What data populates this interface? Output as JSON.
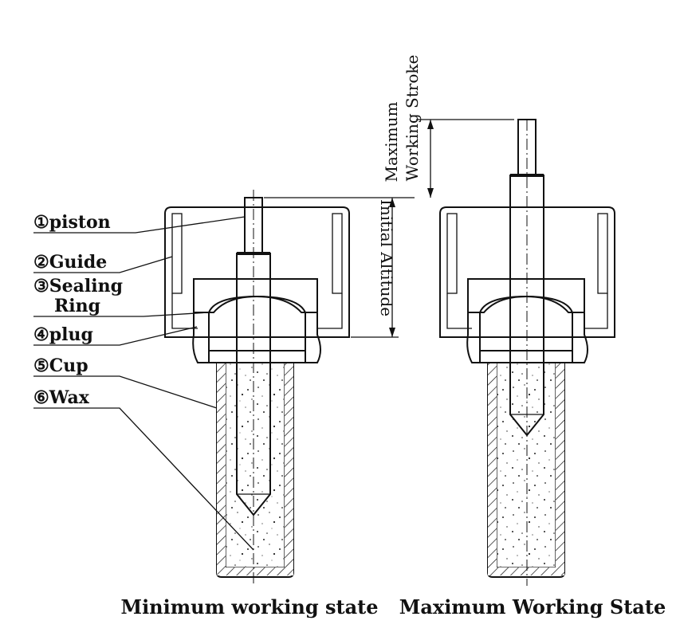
{
  "legend": {
    "piston": "①piston",
    "guide": "②Guide",
    "sealing_1": "③Sealing",
    "sealing_2": "Ring",
    "plug": "④plug",
    "cup": "⑤Cup",
    "wax": "⑥Wax"
  },
  "dimensions": {
    "initial_altitude": "Initial Altitude",
    "max_stroke_1": "Maximum",
    "max_stroke_2": "Working Stroke"
  },
  "captions": {
    "min_state": "Minimum working state",
    "max_state": "Maximum Working State"
  },
  "colors": {
    "line": "#111111",
    "background": "#ffffff"
  }
}
